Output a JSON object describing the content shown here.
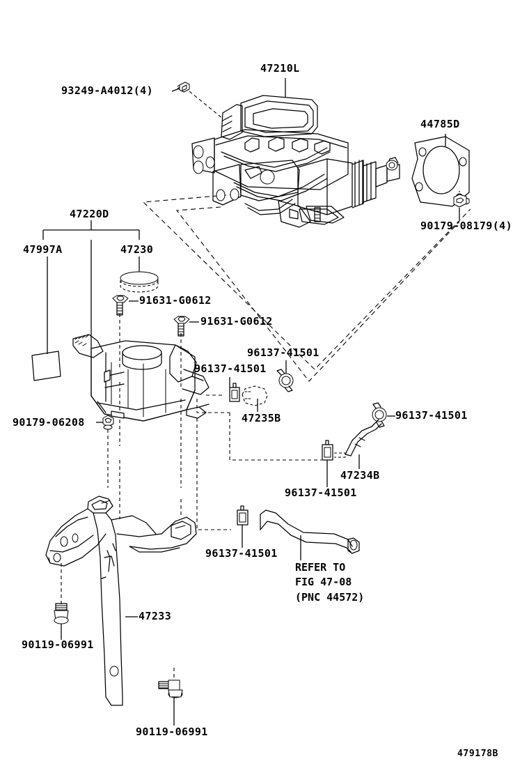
{
  "diagram": {
    "title": "Brake Booster & Master Cylinder Parts Diagram",
    "figure_code": "479178B",
    "background_color": "#ffffff",
    "line_color": "#000000"
  },
  "labels": {
    "booster_assy": "47210L",
    "booster_bolt": "93249-A4012(4)",
    "gasket": "44785D",
    "gasket_nut": "90179-08179(4)",
    "reservoir_group": "47220D",
    "reservoir_label_tag": "47997A",
    "reservoir_cap": "47230",
    "reservoir_bolt_1": "91631-G0612",
    "reservoir_bolt_2": "91631-G0612",
    "clamp_a": "96137-41501",
    "clamp_b": "96137-41501",
    "clamp_c": "96137-41501",
    "clamp_d": "96137-41501",
    "clamp_e": "96137-41501",
    "hose_47235b": "47235B",
    "hose_47234b": "47234B",
    "bracket_nut": "90179-06208",
    "bracket": "47233",
    "bracket_bolt_1": "90119-06991",
    "bracket_bolt_2": "90119-06991"
  },
  "reference_note": {
    "line1": "REFER TO",
    "line2": "FIG 47-08",
    "line3": "(PNC 44572)"
  }
}
